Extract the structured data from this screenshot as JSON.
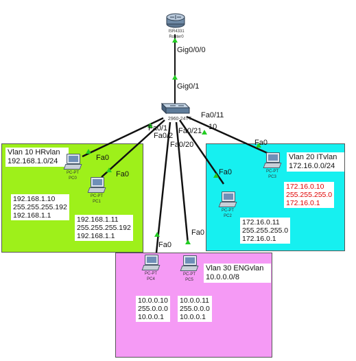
{
  "router": {
    "model": "ISR4331",
    "name": "Router0"
  },
  "switch": {
    "model": "2960-24TT"
  },
  "ports": {
    "router_gig": "Gig0/0/0",
    "switch_gig": "Gig0/1",
    "fa0_11": "Fa0/11",
    "fa0_1": "Fa0/1",
    "fa0_2": "Fa0/2",
    "fa0_21": "Fa0/21",
    "fa0_10": "10",
    "fa0_20": "Fa0/20",
    "pc0_fa0": "Fa0",
    "pc1_fa0": "Fa0",
    "pc2_fa0": "Fa0",
    "pc3_fa0": "Fa0",
    "pc4_fa0": "Fa0",
    "pc5_fa0": "Fa0"
  },
  "vlans": {
    "hr": {
      "title": "Vlan 10 HRvlan",
      "network": "192.168.1.0/24",
      "color": "#9ef01a"
    },
    "it": {
      "title": "Vlan 20 ITvlan",
      "network": "172.16.0.0/24",
      "color": "#16f0f0"
    },
    "eng": {
      "title": "Vlan 30 ENGvlan",
      "network": "10.0.0.0/8",
      "color": "#f59af5"
    }
  },
  "pcs": {
    "pc0": {
      "type": "PC-PT",
      "name": "PC0",
      "ip": "192.168.1.10",
      "mask": "255.255.255.192",
      "gateway": "192.168.1.1"
    },
    "pc1": {
      "type": "PC-PT",
      "name": "PC1",
      "ip": "192.168.1.11",
      "mask": "255.255.255.192",
      "gateway": "192.168.1.1"
    },
    "pc2": {
      "type": "PC-PT",
      "name": "PC2",
      "ip": "172.16.0.11",
      "mask": "255.255.255.0",
      "gateway": "172.16.0.1"
    },
    "pc3": {
      "type": "PC-PT",
      "name": "PC3",
      "ip": "172.16.0.10",
      "mask": "255.255.255.0",
      "gateway": "172.16.0.1"
    },
    "pc4": {
      "type": "PC-PT",
      "name": "PC4",
      "ip": "10.0.0.10",
      "mask": "255.0.0.0",
      "gateway": "10.0.0.1"
    },
    "pc5": {
      "type": "PC-PT",
      "name": "PC5",
      "ip": "10.0.0.11",
      "mask": "255.0.0.0",
      "gateway": "10.0.0.1"
    }
  },
  "colors": {
    "link": "#111111",
    "link_up": "#22cc22",
    "highlight_text": "#e00000"
  }
}
